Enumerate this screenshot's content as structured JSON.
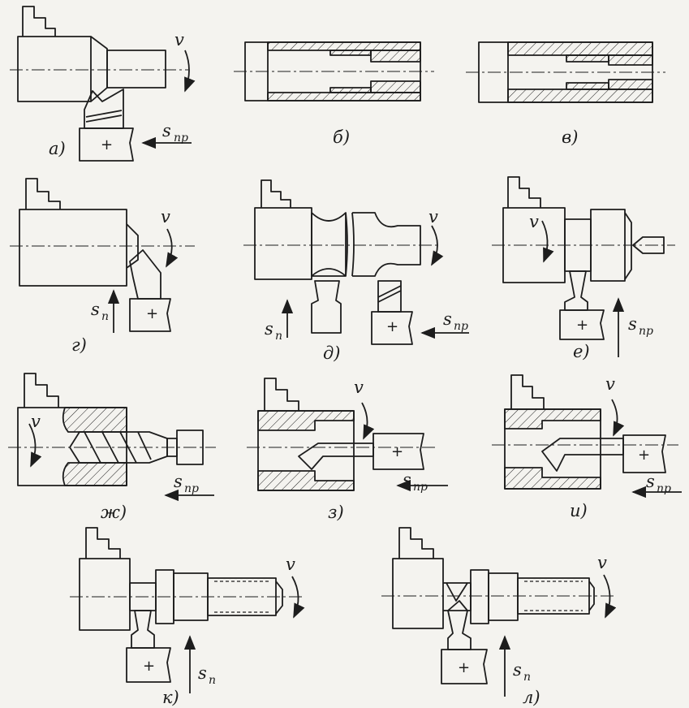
{
  "diagrams": [
    {
      "id": "a",
      "caption": "а)",
      "speed": "v",
      "feed": "s",
      "feed_sub": "пр"
    },
    {
      "id": "b",
      "caption": "б)"
    },
    {
      "id": "v",
      "caption": "в)"
    },
    {
      "id": "g",
      "caption": "г)",
      "speed": "v",
      "feed": "s",
      "feed_sub": "п"
    },
    {
      "id": "d",
      "caption": "д)",
      "speed": "v",
      "feed": "s",
      "feed_sub": "п",
      "feed2": "s",
      "feed2_sub": "пр"
    },
    {
      "id": "e",
      "caption": "е)",
      "speed": "v",
      "feed": "s",
      "feed_sub": "пр"
    },
    {
      "id": "zh",
      "caption": "ж)",
      "speed": "v",
      "feed": "s",
      "feed_sub": "пр"
    },
    {
      "id": "z",
      "caption": "з)",
      "speed": "v",
      "feed": "s",
      "feed_sub": "пр"
    },
    {
      "id": "i",
      "caption": "и)",
      "speed": "v",
      "feed": "s",
      "feed_sub": "пр"
    },
    {
      "id": "k",
      "caption": "к)",
      "speed": "v",
      "feed": "s",
      "feed_sub": "п"
    },
    {
      "id": "l",
      "caption": "л)",
      "speed": "v",
      "feed": "s",
      "feed_sub": "п"
    }
  ],
  "symbols": {
    "tool_holder_mark": "+"
  },
  "colors": {
    "ink": "#1d1d1d",
    "paper": "#f4f3ef"
  }
}
